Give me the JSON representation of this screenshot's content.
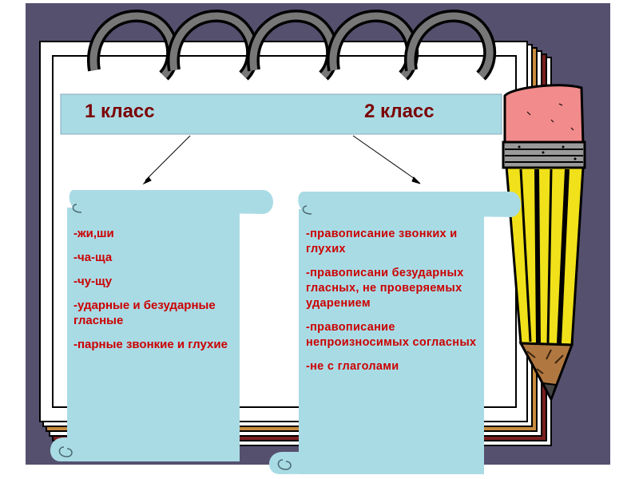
{
  "header": {
    "left_label": "1 класс",
    "right_label": "2 класс"
  },
  "left_scroll": {
    "items": [
      "-жи,ши",
      "-ча-ща",
      "-чу-щу",
      "-ударные и безударные гласные",
      "-парные звонкие и глухие"
    ]
  },
  "right_scroll": {
    "items": [
      "-правописание звонких и глухих",
      "-правописани безударных гласных, не проверяемых ударением",
      "-правописание непроизносимых согласных",
      "-не с глаголами"
    ]
  },
  "colors": {
    "background": "#55506e",
    "paper": "#ffffff",
    "header_band": "#a9dbe5",
    "scroll_fill": "#a9dbe5",
    "header_text": "#7a0000",
    "item_text": "#cc0000",
    "pencil_body": "#f0e11a",
    "pencil_eraser": "#f28b8b"
  }
}
